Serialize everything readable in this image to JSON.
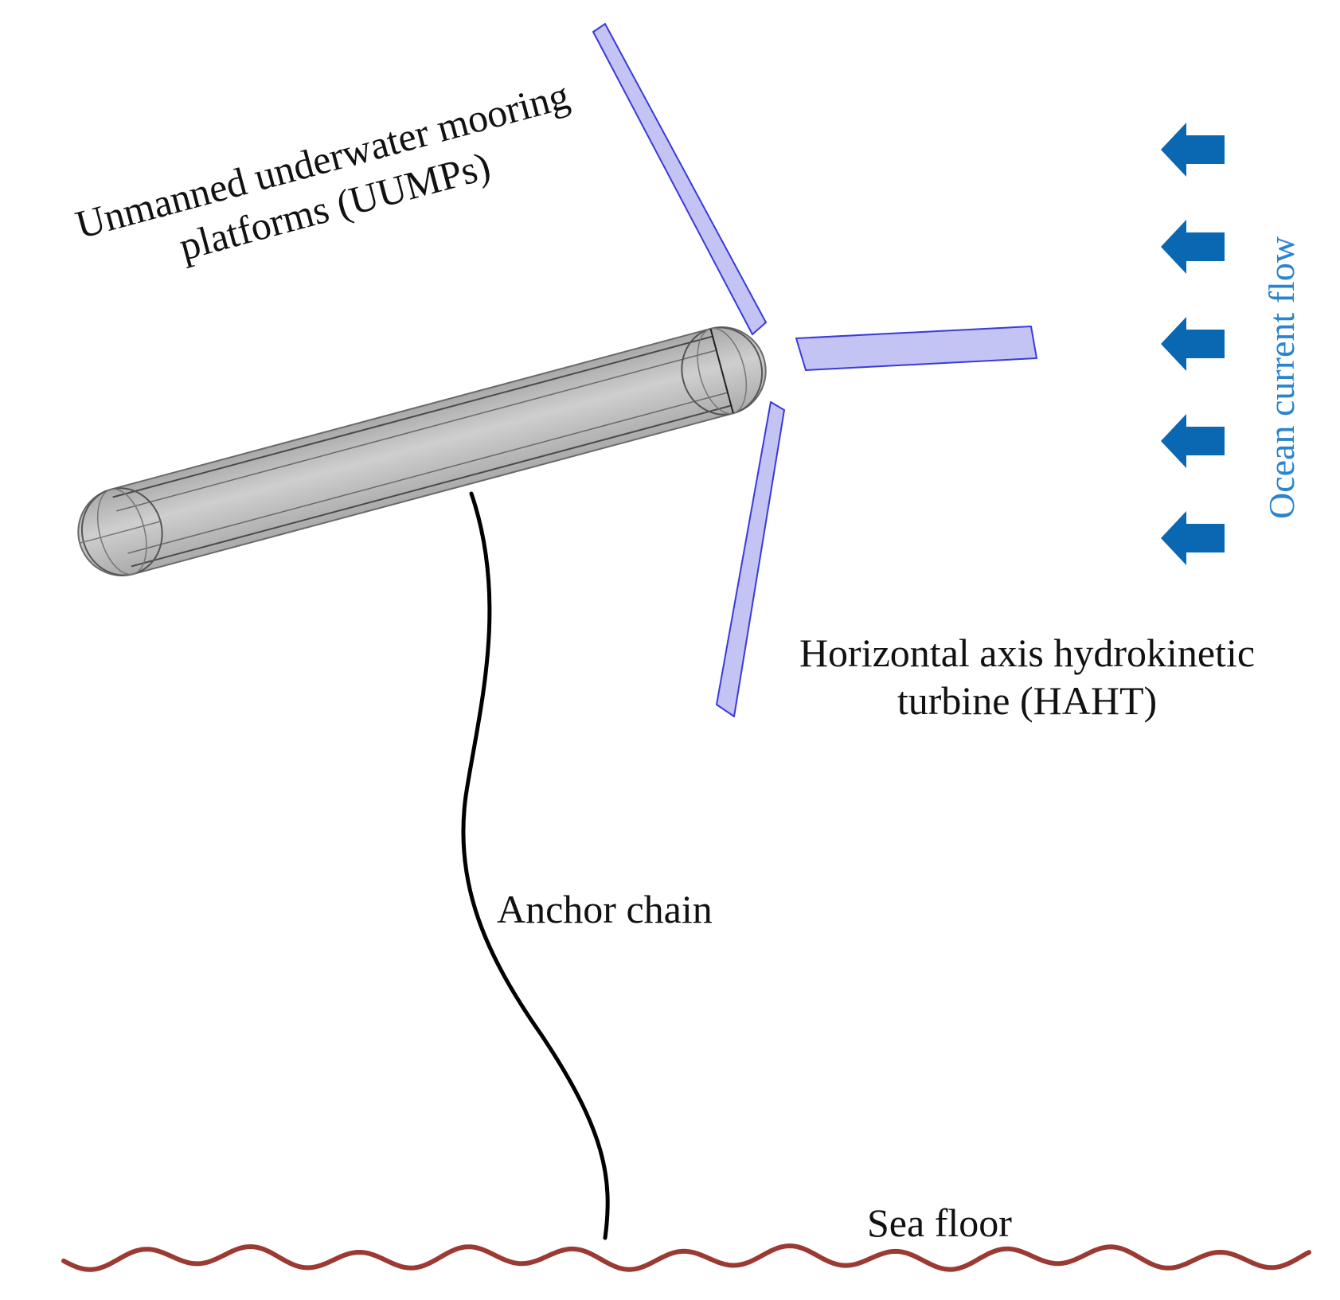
{
  "labels": {
    "uump_line1": "Unmanned underwater mooring",
    "uump_line2": "platforms (UUMPs)",
    "haht_line1": "Horizontal axis hydrokinetic",
    "haht_line2": "turbine (HAHT)",
    "anchor_chain": "Anchor chain",
    "sea_floor": "Sea floor",
    "ocean_current_flow": "Ocean current flow"
  },
  "colors": {
    "platform_fill": "#b4b4b4",
    "platform_outline": "#555555",
    "blade_fill": "#b8b8f2",
    "blade_outline": "#3a3ad8",
    "chain": "#000000",
    "sea_floor": "#9b3a32",
    "flow_arrow": "#0a67b2",
    "flow_label": "#2a84cf",
    "text": "#111111"
  },
  "flow_arrow_count": 5
}
